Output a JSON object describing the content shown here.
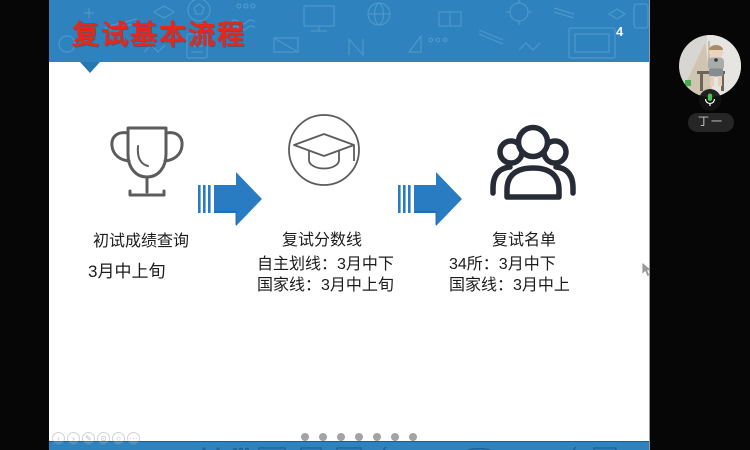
{
  "slide": {
    "title": "复试基本流程",
    "page_number": "4",
    "steps": [
      {
        "icon": "trophy-icon",
        "label": "初试成绩查询",
        "lines": [
          "3月中上旬"
        ]
      },
      {
        "icon": "graduation-cap-icon",
        "label": "复试分数线",
        "lines": [
          "自主划线：3月中下",
          "国家线：3月中上旬"
        ]
      },
      {
        "icon": "people-group-icon",
        "label": "复试名单",
        "lines": [
          "34所：3月中下",
          "国家线：3月中上"
        ]
      }
    ],
    "pagination": {
      "dot_count": 7
    },
    "colors": {
      "header_blue": "#2e82bd",
      "doodle_blue": "#58a3d3",
      "arrow_blue": "#2a7cc2",
      "title_red": "#e6281b",
      "icon_gray": "#5c5c5c",
      "people_icon_dark": "#272b36",
      "dot_gray": "#a3a3a3"
    }
  },
  "participant": {
    "name": "丁一",
    "mic_status": "on"
  }
}
